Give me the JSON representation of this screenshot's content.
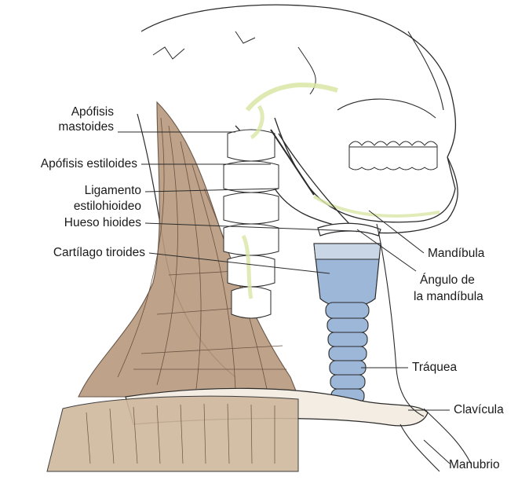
{
  "labels": {
    "mastoid_line1": "Apófisis",
    "mastoid_line2": "mastoides",
    "styloid": "Apófisis estiloides",
    "ligament_line1": "Ligamento",
    "ligament_line2": "estilohioideo",
    "hyoid": "Hueso hioides",
    "thyroid": "Cartílago tiroides",
    "mandible": "Mandíbula",
    "angle_line1": "Ángulo de",
    "angle_line2": "la mandíbula",
    "trachea": "Tráquea",
    "clavicle": "Clavícula",
    "manubrium": "Manubrio"
  },
  "colors": {
    "background": "#ffffff",
    "line": "#2a2a2a",
    "muscle": "#b89a7e",
    "muscle_dark": "#7a5f48",
    "bone_highlight": "#d9e6a6",
    "cartilage": "#9db7d9",
    "cartilage_dark": "#6f8fbf",
    "skin_fill": "#cfb79d"
  }
}
